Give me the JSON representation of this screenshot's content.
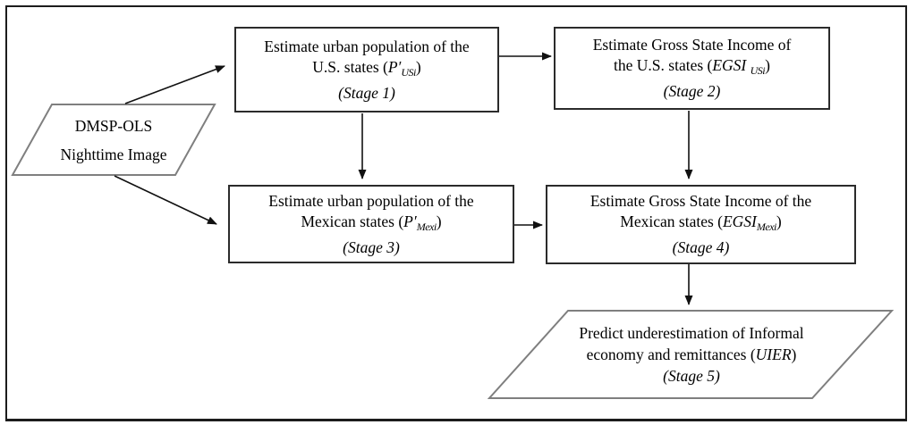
{
  "diagram": {
    "title": "DMSP-OLS five-stage estimation flowchart",
    "nodes": {
      "source": {
        "shape": "parallelogram",
        "line1": "DMSP-OLS",
        "line2": "Nighttime Image"
      },
      "stage1": {
        "shape": "rectangle",
        "line1": "Estimate urban population of the",
        "formula_pre": "U.S. states (",
        "formula_var": "P′",
        "formula_sub": "USi",
        "formula_post": ")",
        "stage": "(Stage 1)"
      },
      "stage2": {
        "shape": "rectangle",
        "line1": "Estimate Gross State Income of",
        "formula_pre": "the U.S. states (",
        "formula_var": "EGSI ",
        "formula_sub": "USi",
        "formula_post": ")",
        "stage": "(Stage 2)"
      },
      "stage3": {
        "shape": "rectangle",
        "line1": "Estimate urban population of the",
        "formula_pre": "Mexican states (",
        "formula_var": "P′",
        "formula_sub": "Mexi",
        "formula_post": ")",
        "stage": "(Stage 3)"
      },
      "stage4": {
        "shape": "rectangle",
        "line1": "Estimate Gross State Income of the",
        "formula_pre": "Mexican states (",
        "formula_var": "EGSI",
        "formula_sub": "Mexi",
        "formula_post": ")",
        "stage": "(Stage 4)"
      },
      "stage5": {
        "shape": "parallelogram",
        "line1": "Predict underestimation of Informal",
        "formula_pre": "economy and remittances (",
        "formula_var": "UIER",
        "formula_post": ")",
        "stage": "(Stage 5)"
      }
    },
    "edges": [
      "source -> stage1",
      "source -> stage3",
      "stage1 -> stage2",
      "stage1 -> stage3",
      "stage2 -> stage4",
      "stage3 -> stage4",
      "stage4 -> stage5"
    ],
    "colors": {
      "background": "#ffffff",
      "text": "#000000",
      "box_border": "#2b2b2b",
      "parallelogram_border": "#7f7f7f",
      "arrow": "#111111",
      "outer_border": "#1c1c1c"
    }
  }
}
